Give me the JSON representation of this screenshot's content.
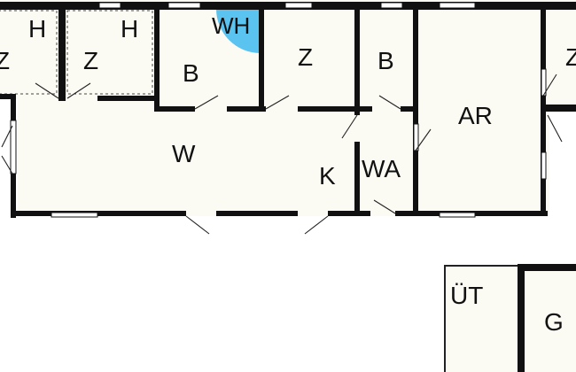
{
  "plan": {
    "colors": {
      "wall": "#111111",
      "floor": "#fbfbf3",
      "shower": "#5bc3f0"
    },
    "rooms": {
      "z_far_left": "Z",
      "h_left": "H",
      "z_second": "Z",
      "h_second": "H",
      "wh": "WH",
      "b_first": "B",
      "z_middle": "Z",
      "b_second": "B",
      "ar": "AR",
      "z_far_right": "Z",
      "w": "W",
      "k": "K",
      "wa": "WA",
      "ut": "ÜT",
      "g": "G"
    },
    "icons": [
      "door-swing-icon",
      "window-icon",
      "shower-icon"
    ]
  }
}
